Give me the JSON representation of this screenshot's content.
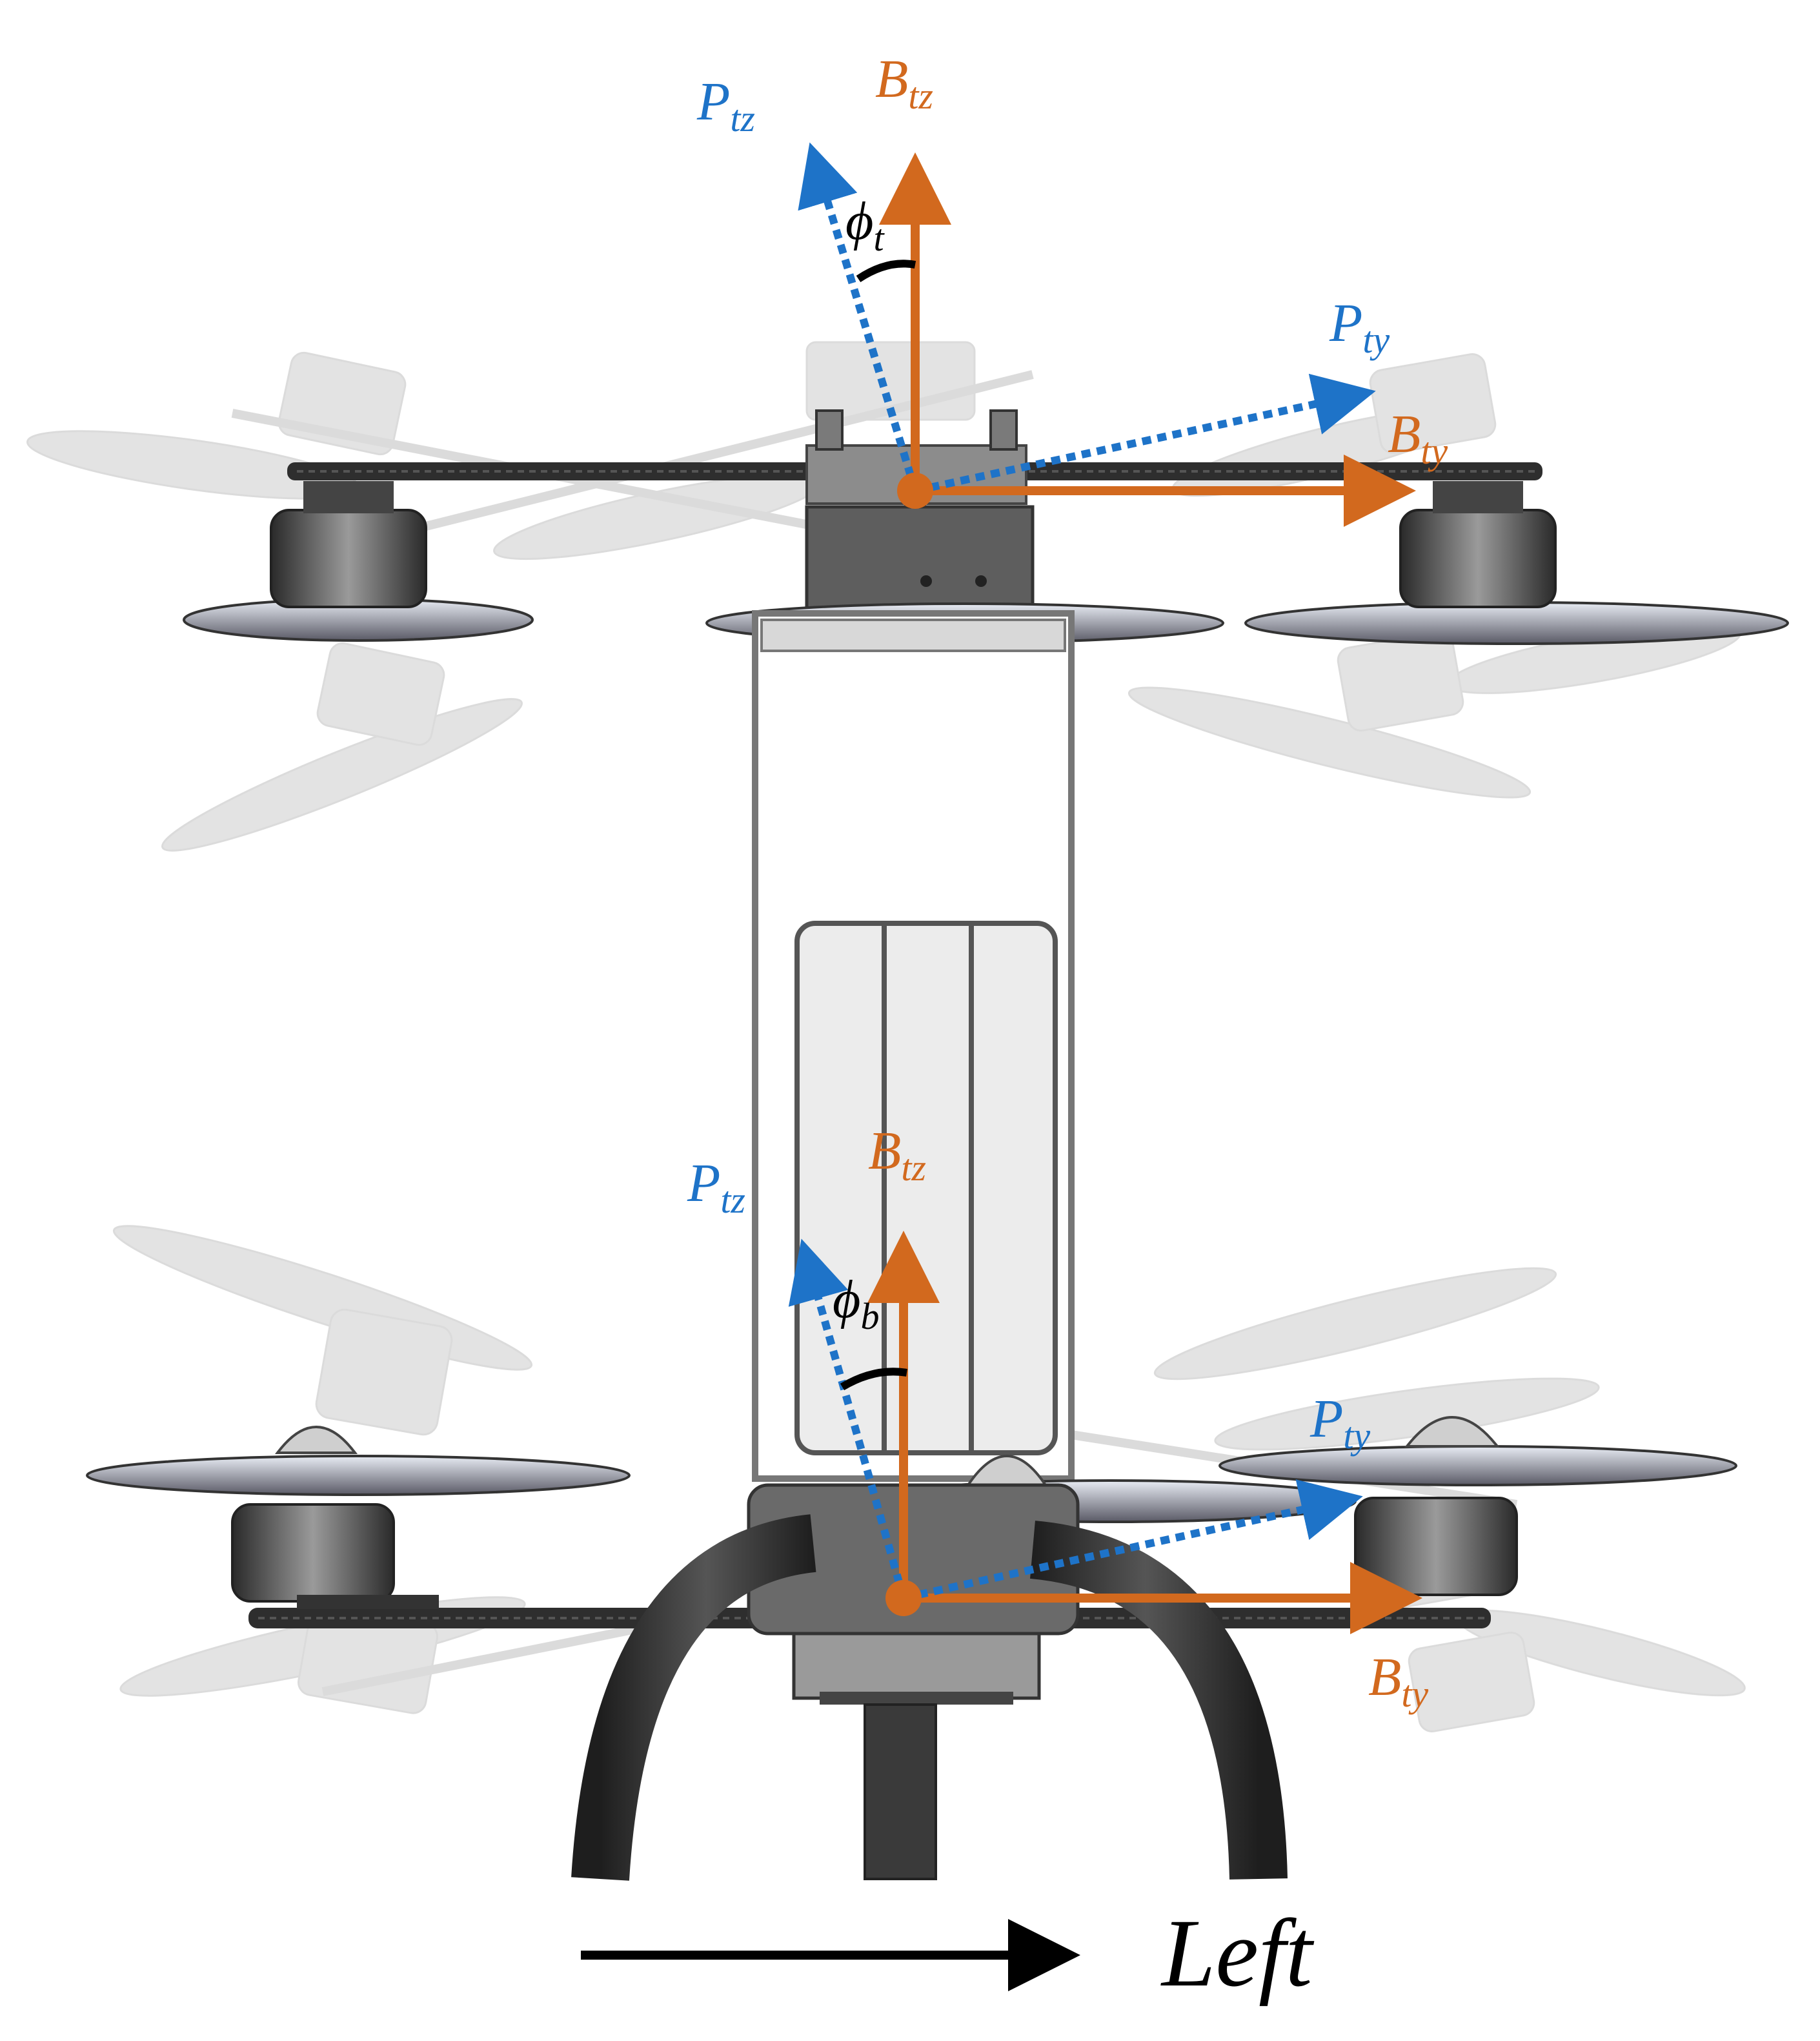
{
  "colors": {
    "body_axis": "#d2691e",
    "prop_axis": "#1e73c8",
    "arrow_black": "#000000",
    "carbon": "#2e2e2e",
    "motor": "#3a3a3a",
    "ghost": "#b8b8b8"
  },
  "top": {
    "b_tz": {
      "base": "B",
      "sub": "tz"
    },
    "p_tz": {
      "base": "P",
      "sub": "tz"
    },
    "b_ty": {
      "base": "B",
      "sub": "ty"
    },
    "p_ty": {
      "base": "P",
      "sub": "ty"
    },
    "angle": {
      "base": "ϕ",
      "sub": "t"
    }
  },
  "bottom": {
    "b_tz": {
      "base": "B",
      "sub": "tz"
    },
    "p_tz": {
      "base": "P",
      "sub": "tz"
    },
    "b_ty": {
      "base": "B",
      "sub": "ty"
    },
    "p_ty": {
      "base": "P",
      "sub": "ty"
    },
    "angle": {
      "base": "ϕ",
      "sub": "b"
    }
  },
  "direction": {
    "label": "Left"
  }
}
